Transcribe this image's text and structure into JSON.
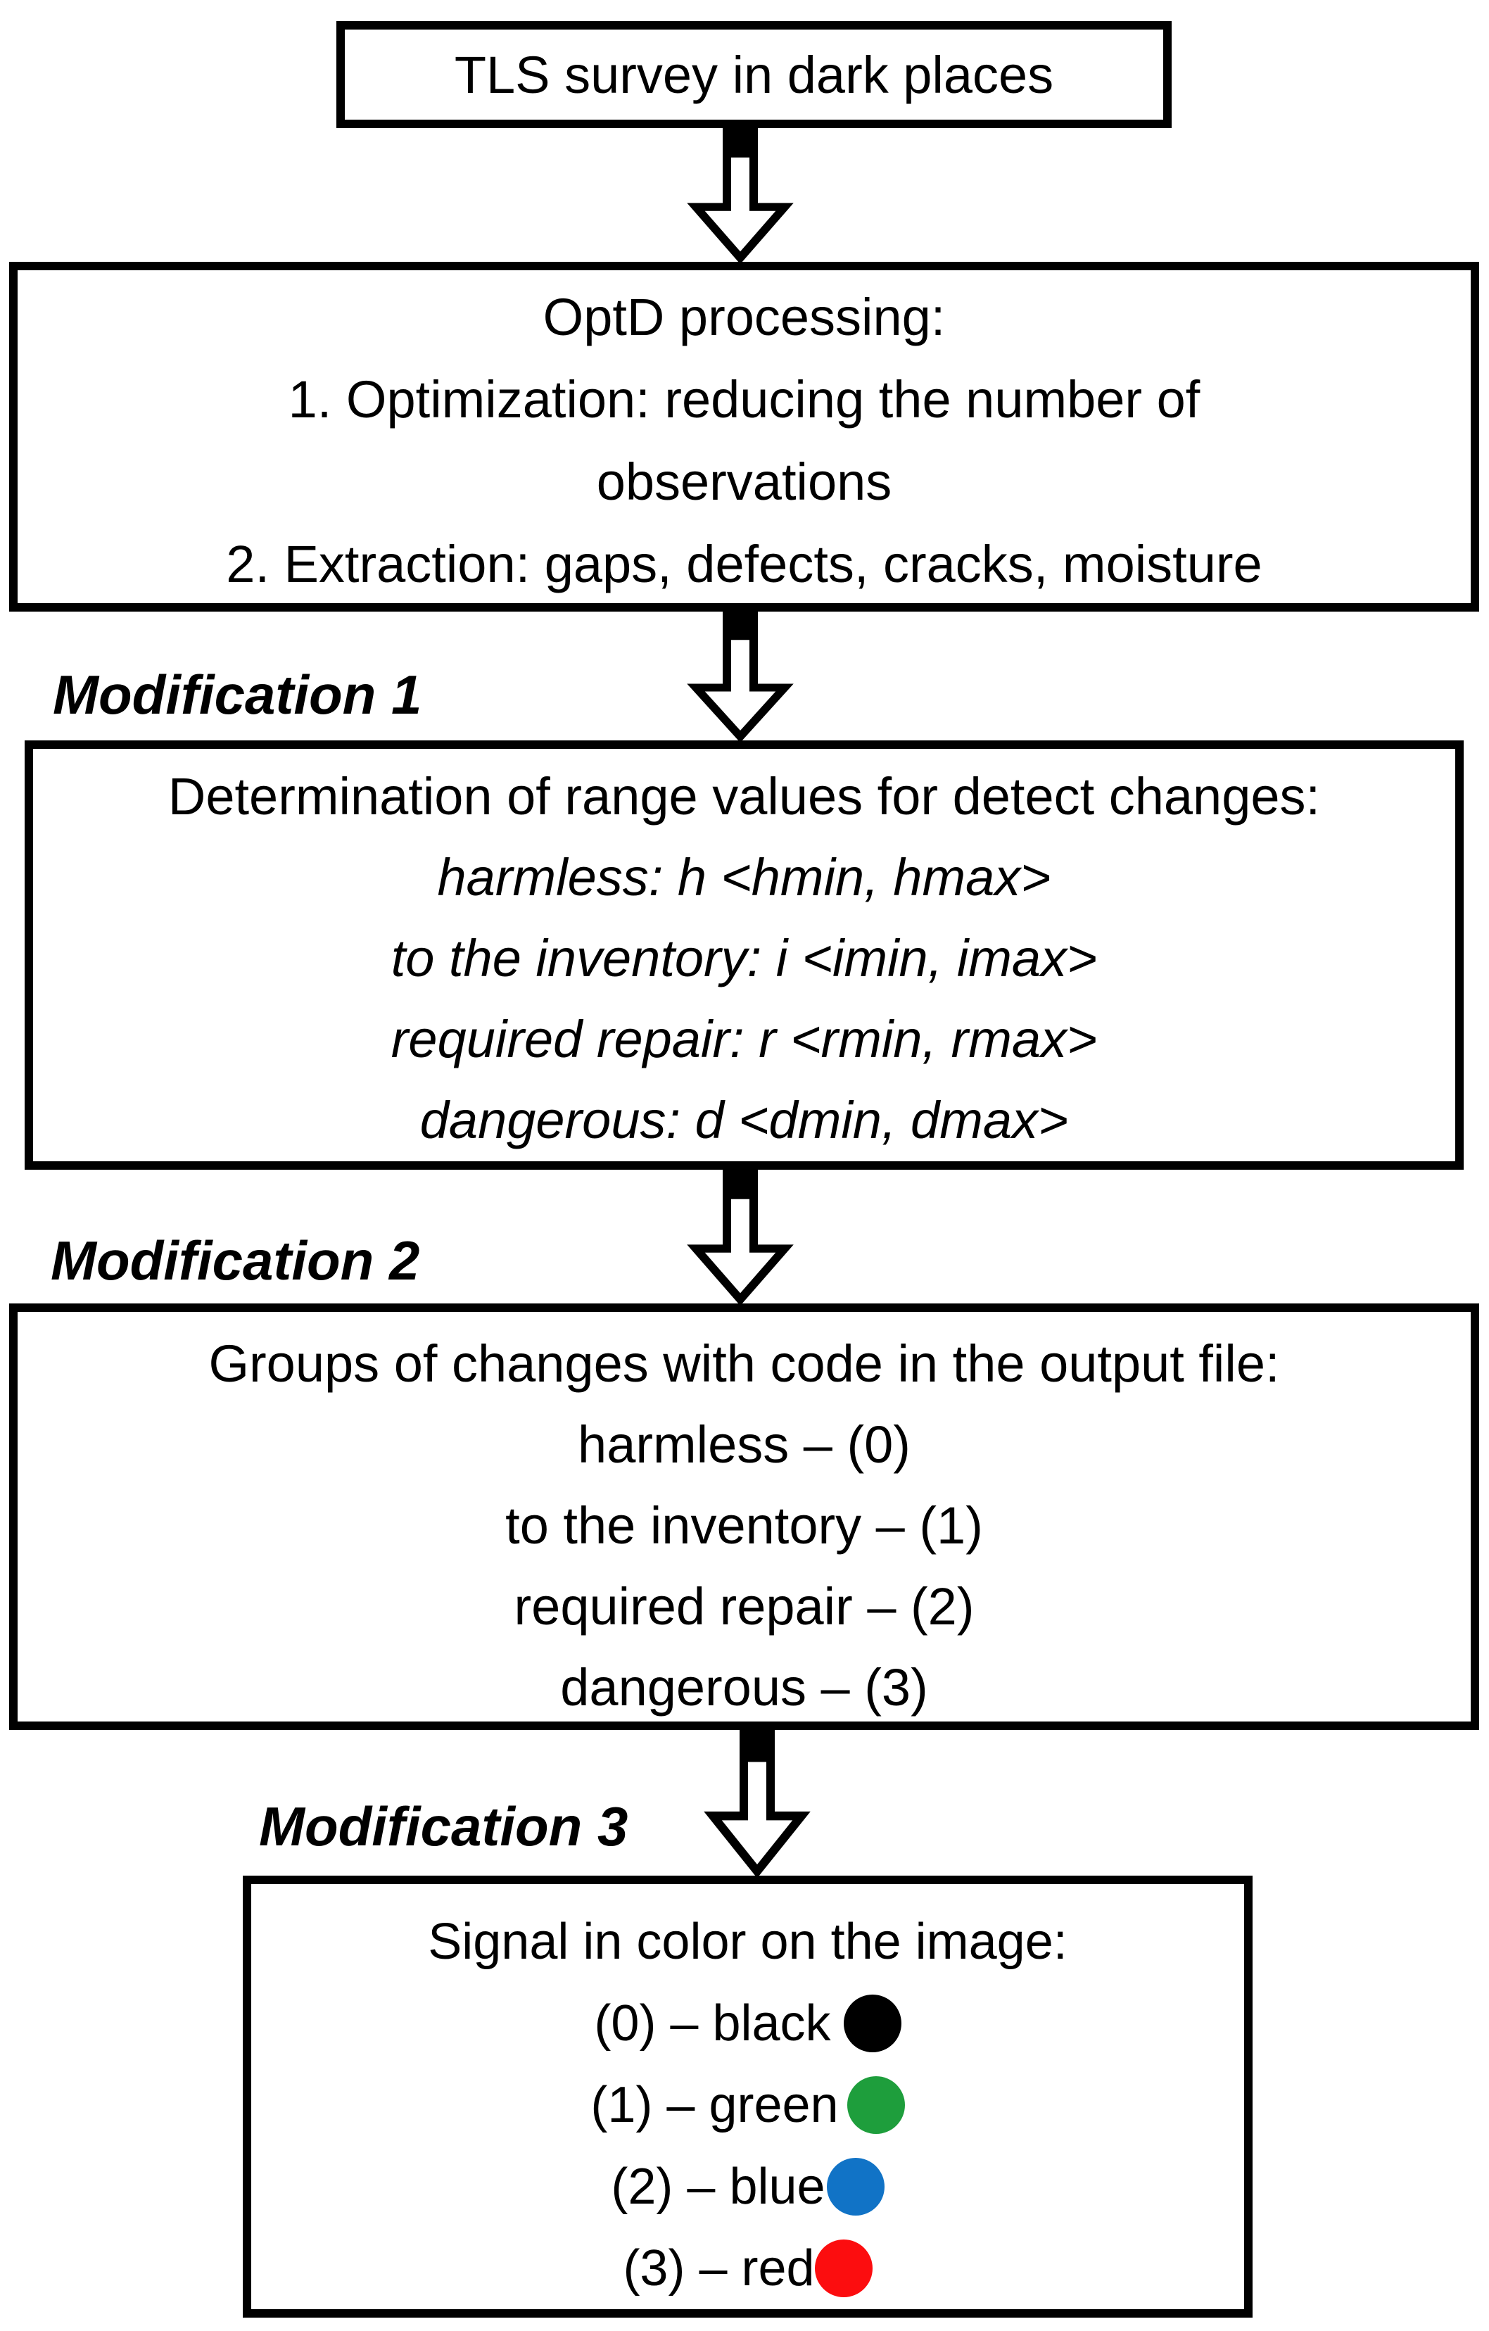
{
  "boxes": {
    "tls": {
      "text": "TLS survey in dark places"
    },
    "optd": {
      "lines": [
        "OptD processing:",
        "1. Optimization: reducing the number of",
        "observations",
        "2. Extraction: gaps, defects, cracks, moisture"
      ]
    },
    "ranges": {
      "title": "Determination of range values for detect changes:",
      "items": [
        "harmless: h <hmin, hmax>",
        "to the inventory: i <imin, imax>",
        "required repair: r <rmin, rmax>",
        "dangerous: d <dmin, dmax>"
      ]
    },
    "groups": {
      "title": "Groups of changes with code in the output file:",
      "items": [
        "harmless – (0)",
        "to the inventory – (1)",
        "required repair – (2)",
        "dangerous – (3)"
      ]
    },
    "signal": {
      "title": "Signal in color on the image:",
      "items": [
        {
          "label": "(0) – black",
          "color_name": "black",
          "color": "#000000"
        },
        {
          "label": "(1) – green",
          "color_name": "green",
          "color": "#1E9E3C"
        },
        {
          "label": "(2) – blue",
          "color_name": "blue",
          "color": "#1173C6"
        },
        {
          "label": "(3) – red",
          "color_name": "red",
          "color": "#FC0D0F"
        }
      ]
    }
  },
  "labels": {
    "mod1": "Modification 1",
    "mod2": "Modification 2",
    "mod3": "Modification 3"
  }
}
